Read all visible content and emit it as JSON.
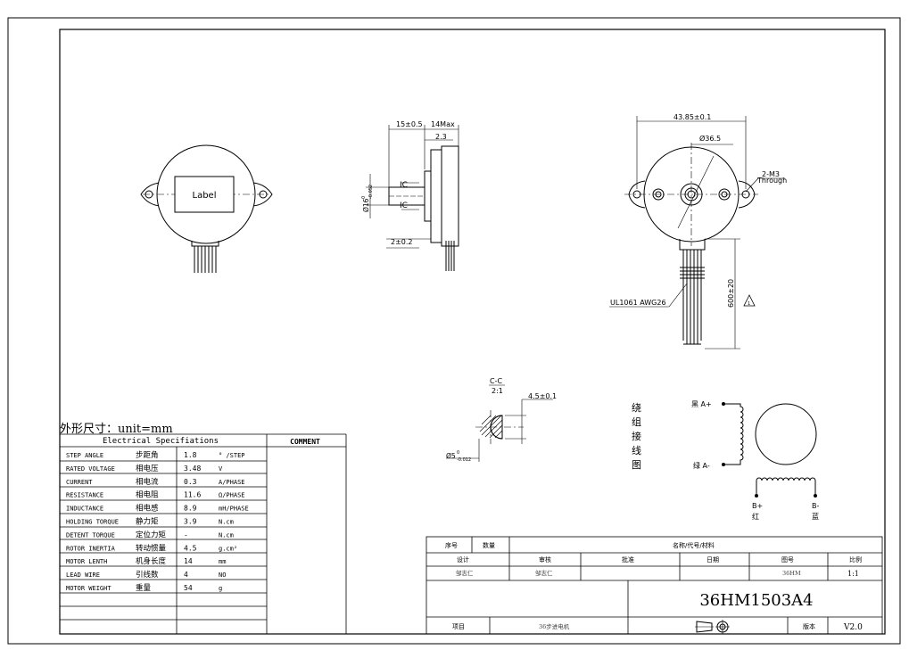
{
  "views": {
    "label_text": "Label",
    "ic_label": "IC",
    "dim_15": "15±0.5",
    "dim_14max": "14Max",
    "dim_2_3": "2.3",
    "dim_shaft_main": "Ø16",
    "dim_shaft_tol": "-0.052",
    "dim_shaft_tol_top": "0",
    "dim_2_02": "2±0.2",
    "dim_43_85": "43.85±0.1",
    "dim_36_5": "Ø36.5",
    "mount_holes": "2-M3",
    "mount_through": "Through",
    "wire_spec": "UL1061 AWG26",
    "lead_length": "600±20",
    "warning_symbol": "1"
  },
  "section": {
    "title": "C-C",
    "scale": "2:1",
    "flat_dim": "4.5±0.1",
    "dia_main": "Ø5",
    "dia_tol": "-0.012",
    "dia_tol_top": "0"
  },
  "wiring": {
    "label_chars": [
      "绕",
      "组",
      "接",
      "线",
      "图"
    ],
    "a_plus": "黑 A+",
    "a_minus": "绿 A-",
    "b_plus": "B+",
    "b_plus_color": "红",
    "b_minus": "B-",
    "b_minus_color": "蓝"
  },
  "specs": {
    "heading": "外形尺寸：unit=mm",
    "table_title": "Electrical Specifiations",
    "comment_header": "COMMENT",
    "rows": [
      {
        "en": "STEP ANGLE",
        "cn": "步距角",
        "val": "1.8",
        "unit": "° /STEP"
      },
      {
        "en": "RATED VOLTAGE",
        "cn": "相电压",
        "val": "3.48",
        "unit": "V"
      },
      {
        "en": "CURRENT",
        "cn": "相电流",
        "val": "0.3",
        "unit": "A/PHASE"
      },
      {
        "en": "RESISTANCE",
        "cn": "相电阻",
        "val": "11.6",
        "unit": "Ω/PHASE"
      },
      {
        "en": "INDUCTANCE",
        "cn": "相电感",
        "val": "8.9",
        "unit": "mH/PHASE"
      },
      {
        "en": "HOLDING TORQUE",
        "cn": "静力矩",
        "val": "3.9",
        "unit": "N.cm"
      },
      {
        "en": "DETENT TORQUE",
        "cn": "定位力矩",
        "val": "-",
        "unit": "N.cm"
      },
      {
        "en": "ROTOR INERTIA",
        "cn": "转动惯量",
        "val": "4.5",
        "unit": "g.cm²"
      },
      {
        "en": "MOTOR LENTH",
        "cn": "机身长度",
        "val": "14",
        "unit": "mm"
      },
      {
        "en": "LEAD WIRE",
        "cn": "引线数",
        "val": "4",
        "unit": "NO"
      },
      {
        "en": "MOTOR WEIGHT",
        "cn": "重量",
        "val": "54",
        "unit": "g"
      }
    ]
  },
  "title_block": {
    "seq": "序号",
    "qty": "数量",
    "name": "名称/代号/材料",
    "design": "设计",
    "review": "审核",
    "approve": "批准",
    "date": "日期",
    "drawing_no": "图号",
    "scale_label": "比例",
    "designer": "邹志仁",
    "reviewer": "邹志仁",
    "drawing_no_val": "36HM",
    "scale_val": "1:1",
    "part_no": "36HM1503A4",
    "project": "项目",
    "project_val": "36步进电机",
    "version_label": "版本",
    "version_val": "V2.0"
  }
}
